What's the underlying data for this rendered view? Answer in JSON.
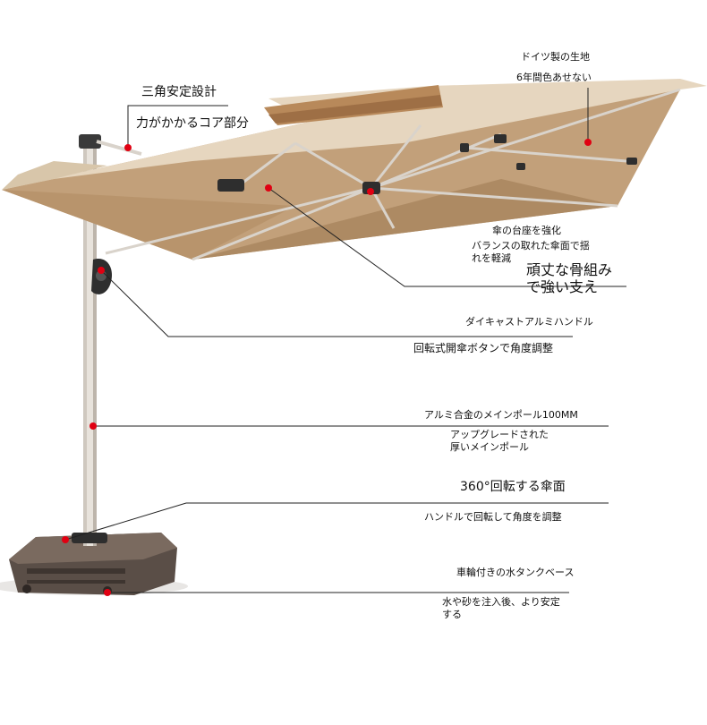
{
  "labels": {
    "german_fabric": "ドイツ製の生地",
    "six_year_colorfast": "6年間色あせない",
    "triangle_design": "三角安定設計",
    "core_force_part": "力がかかるコア部分",
    "reinforced_base": "傘の台座を強化",
    "balanced_canopy": "バランスの取れた傘面で揺れを軽減",
    "sturdy_frame": "頑丈な骨組みで強い支え",
    "diecast_handle": "ダイキャストアルミハンドル",
    "rotary_button": "回転式開傘ボタンで角度調整",
    "main_pole": "アルミ合金のメインポール100MM",
    "upgraded_pole": "アップグレードされた厚いメインポール",
    "rotation_360": "360°回転する傘面",
    "handle_rotate": "ハンドルで回転して角度を調整",
    "water_tank_base": "車輪付きの水タンクベース",
    "fill_stabilize": "水や砂を注入後、より安定する"
  },
  "colors": {
    "canopy_top": "#e6d6bf",
    "canopy_under": "#c2a07a",
    "vent": "#b8895a",
    "frame": "#d9d3cb",
    "base": "#5a4e47",
    "dot": "#e00012",
    "line": "#222222"
  }
}
